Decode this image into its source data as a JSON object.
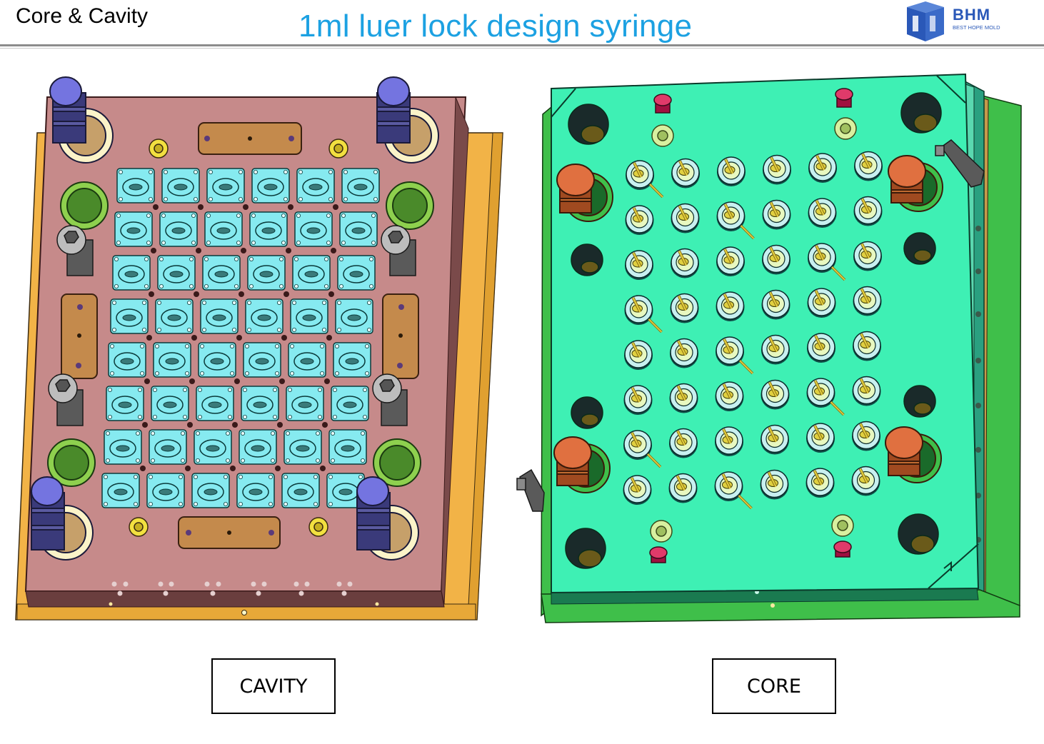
{
  "header": {
    "section": "Core & Cavity",
    "title": "1ml luer lock design syringe"
  },
  "logo": {
    "name": "BHM",
    "tagline": "BEST HOPE MOLD",
    "colors": {
      "primary": "#2a58b8",
      "secondary": "#5a86d8"
    }
  },
  "cavity": {
    "label": "CAVITY",
    "layout": {
      "rows": 8,
      "cols": 6
    },
    "colors": {
      "plate": "#c68a8a",
      "base": "#f2b347",
      "insert": "#86eaf0",
      "guide_pin": "#7474e0",
      "bushing_ring": "#8ed04e"
    }
  },
  "core": {
    "label": "CORE",
    "layout": {
      "rows": 8,
      "cols": 6
    },
    "colors": {
      "plate": "#3ef0b4",
      "side": "#3fbf4a",
      "base": "#c69a4a",
      "guide_post": "#e07040",
      "core_pin": "#e0d040"
    }
  }
}
